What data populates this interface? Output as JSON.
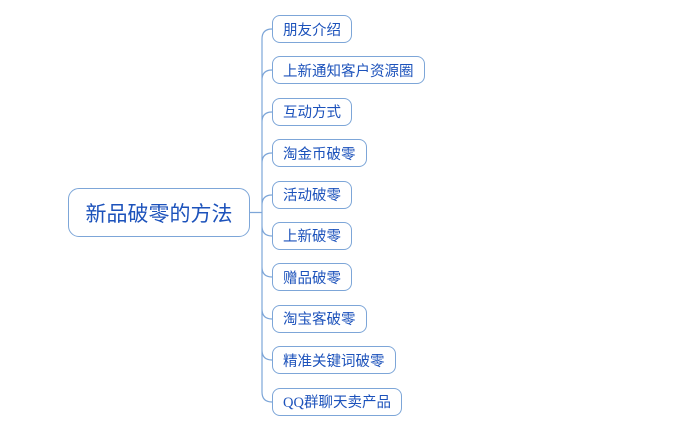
{
  "diagram": {
    "title": "新品破零的方法 mind map",
    "root": {
      "label": "新品破零的方法"
    },
    "branches": [
      {
        "label": "朋友介绍"
      },
      {
        "label": "上新通知客户资源圈"
      },
      {
        "label": "互动方式"
      },
      {
        "label": "淘金币破零"
      },
      {
        "label": "活动破零"
      },
      {
        "label": "上新破零"
      },
      {
        "label": "赠品破零"
      },
      {
        "label": "淘宝客破零"
      },
      {
        "label": "精准关键词破零"
      },
      {
        "label": "QQ群聊天卖产品"
      }
    ],
    "colors": {
      "line": "#7da6d8",
      "node_border": "#7da6d8",
      "node_text": "#1c52bb",
      "background": "#ffffff"
    }
  }
}
